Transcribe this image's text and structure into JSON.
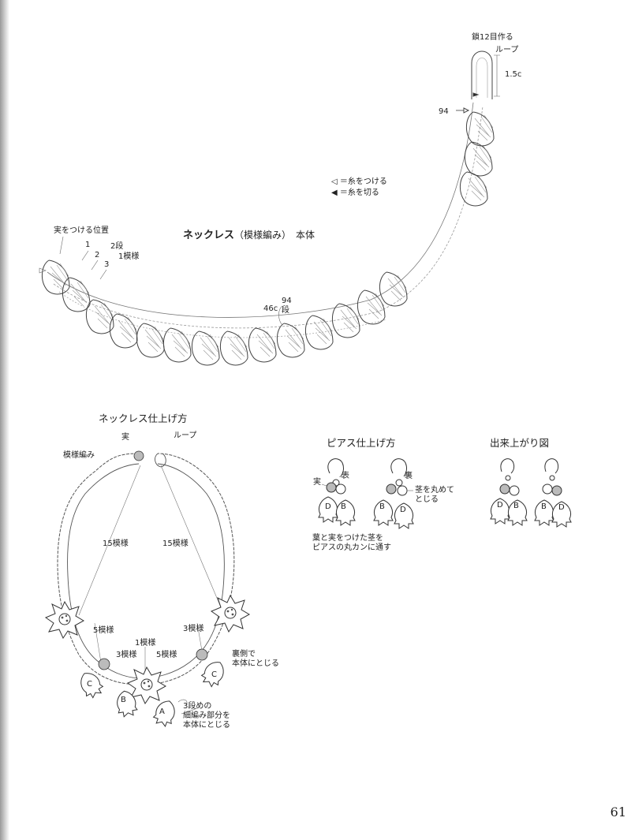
{
  "necklace_body": {
    "title_bold": "ネックレス",
    "title_paren": "（模様編み）",
    "title_tail": "本体",
    "label_fruit_position": "実をつける位置",
    "row_1": "1",
    "row_2": "2",
    "row_3": "3",
    "label_row2_pattern1": "2段",
    "label_pattern1": "1模様",
    "label_chain": "鎖12目作る",
    "label_loop": "ループ",
    "label_loop_length": "1.5c",
    "label_94": "94",
    "label_length": "46c",
    "label_rows_count": "94",
    "label_rows_unit": "段",
    "legend_attach": "◁ ＝糸をつける",
    "legend_cut": "◀ ＝糸を切る"
  },
  "necklace_finish": {
    "title": "ネックレス仕上げ方",
    "label_fruit": "実",
    "label_loop": "ループ",
    "label_pattern_knit": "模様編み",
    "label_15_left": "15模様",
    "label_15_right": "15模様",
    "label_5_left": "5模様",
    "label_3_right": "3模様",
    "label_1_center": "1模様",
    "label_3_center": "3模様",
    "label_5_center": "5模様",
    "label_back_sew_1": "裏側で",
    "label_back_sew_2": "本体にとじる",
    "label_row3_1": "3段めの",
    "label_row3_2": "細編み部分を",
    "label_row3_3": "本体にとじる",
    "letter_a": "A",
    "letter_b": "B",
    "letter_c_left": "C",
    "letter_c_right": "C"
  },
  "pierce_finish": {
    "title": "ピアス仕上げ方",
    "label_fruit": "実",
    "label_front": "表",
    "label_back": "裏",
    "label_roll_1": "茎を丸めて",
    "label_roll_2": "とじる",
    "note_1": "葉と実をつけた茎を",
    "note_2": "ピアスの丸カンに通す",
    "l1_d": "D",
    "l1_b": "B",
    "l2_b": "B",
    "l2_d": "D"
  },
  "finished_view": {
    "title": "出来上がり図",
    "l1_d": "D",
    "l1_b": "B",
    "l2_b": "B",
    "l2_d": "D"
  },
  "page_number": "61"
}
